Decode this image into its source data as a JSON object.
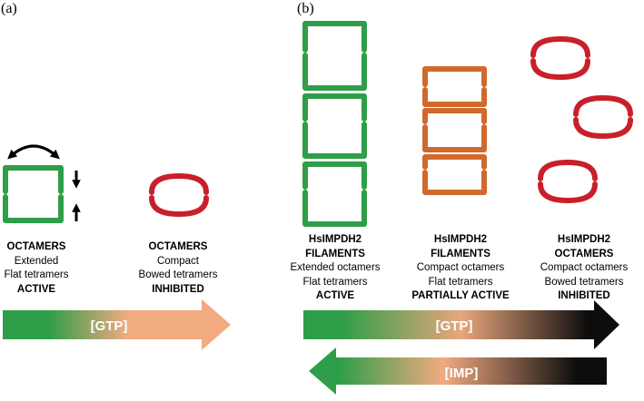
{
  "panels": {
    "a": {
      "label": "(a)",
      "left_caption": {
        "title": "OCTAMERS",
        "line1": "Extended",
        "line2": "Flat tetramers",
        "status": "ACTIVE"
      },
      "right_caption": {
        "title": "OCTAMERS",
        "line1": "Compact",
        "line2": "Bowed tetramers",
        "status": "INHIBITED"
      },
      "arrow_label": "[GTP]"
    },
    "b": {
      "label": "(b)",
      "col1": {
        "title1": "HsIMPDH2",
        "title2": "FILAMENTS",
        "line1": "Extended octamers",
        "line2": "Flat tetramers",
        "status": "ACTIVE"
      },
      "col2": {
        "title1": "HsIMPDH2",
        "title2": "FILAMENTS",
        "line1": "Compact octamers",
        "line2": "Flat tetramers",
        "status": "PARTIALLY ACTIVE"
      },
      "col3": {
        "title1": "HsIMPDH2",
        "title2": "OCTAMERS",
        "line1": "Compact octamers",
        "line2": "Bowed tetramers",
        "status": "INHIBITED"
      },
      "arrow_gtp_label": "[GTP]",
      "arrow_imp_label": "[IMP]"
    }
  },
  "colors": {
    "green": "#2e9e48",
    "orange": "#d0692c",
    "red": "#c8202a",
    "peach": "#f2aa80",
    "black": "#0d0d0d"
  }
}
